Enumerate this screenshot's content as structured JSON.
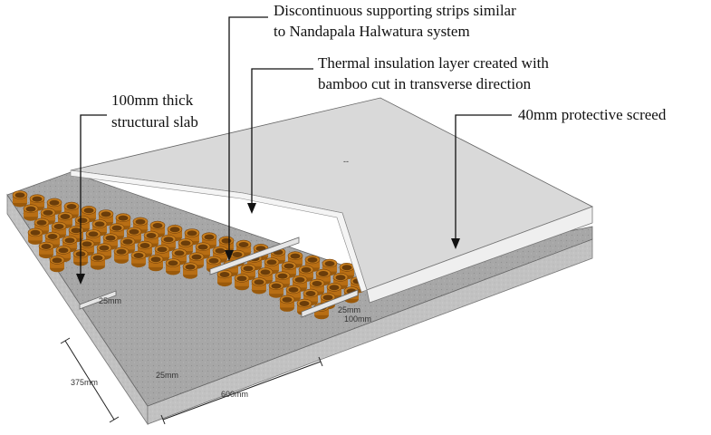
{
  "callouts": {
    "strips_line1": "Discontinuous supporting strips similar",
    "strips_line2": "to Nandapala Halwatura system",
    "insulation_line1": "Thermal insulation layer created with",
    "insulation_line2": "bamboo cut in transverse direction",
    "slab_line1": "100mm thick",
    "slab_line2": "structural slab",
    "screed": "40mm protective screed"
  },
  "dimensions": {
    "strip_width_left": "25mm",
    "strip_width_center": "25mm",
    "strip_width_right": "25mm",
    "slab_thickness": "100mm",
    "strip_spacing": "375mm",
    "span": "600mm"
  },
  "colors": {
    "screed_top": "#d9d9d9",
    "slab_concrete": "#a6a6a6",
    "bamboo_ring": "#c87f1e",
    "bamboo_inner": "#6b3d0a"
  }
}
